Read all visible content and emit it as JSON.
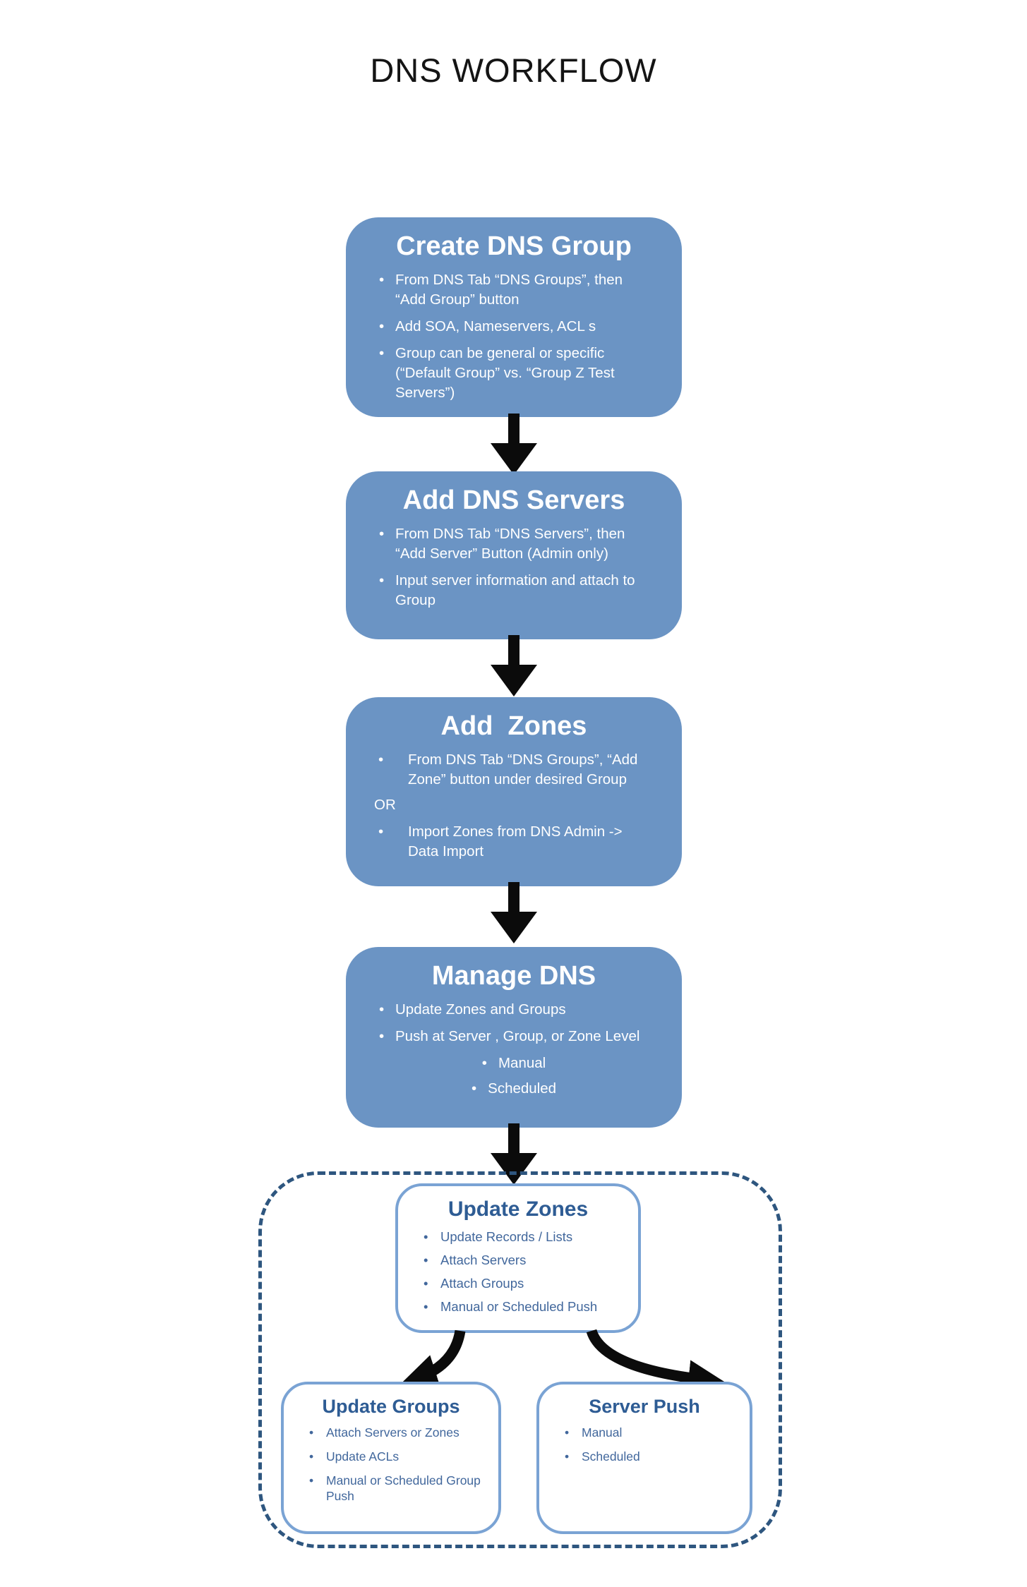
{
  "page": {
    "title": "DNS WORKFLOW"
  },
  "colors": {
    "flow_box_fill": "#6b94c4",
    "flow_box_text": "#ffffff",
    "detail_heading": "#2e5c94",
    "detail_text": "#41679c",
    "detail_border": "#7aa3d4",
    "dashed_border": "#2e567f",
    "arrow": "#0b0b0b"
  },
  "flow": [
    {
      "title": "Create DNS Group",
      "bullets": [
        "From DNS Tab “DNS Groups”, then “Add Group” button",
        "Add SOA, Nameservers, ACL s",
        "Group can be general or specific (“Default Group” vs. “Group Z Test Servers”)"
      ]
    },
    {
      "title": "Add DNS Servers",
      "bullets": [
        "From DNS Tab “DNS Servers”, then “Add Server” Button (Admin only)",
        "Input server information and attach to Group"
      ]
    },
    {
      "title": "Add  Zones",
      "bullets_a": [
        "From DNS Tab “DNS Groups”, “Add Zone” button under desired Group"
      ],
      "or_label": "OR",
      "bullets_b": [
        "Import Zones from DNS Admin -> Data Import"
      ]
    },
    {
      "title": "Manage DNS",
      "bullets": [
        "Update Zones and Groups",
        "Push at Server , Group, or Zone Level"
      ],
      "sub_bullets": [
        "Manual",
        "Scheduled"
      ]
    }
  ],
  "detail": {
    "update_zones": {
      "title": "Update Zones",
      "bullets": [
        "Update Records / Lists",
        "Attach Servers",
        "Attach Groups",
        "Manual or Scheduled Push"
      ]
    },
    "update_groups": {
      "title": "Update Groups",
      "bullets": [
        "Attach Servers or Zones",
        "Update ACLs",
        "Manual or Scheduled Group Push"
      ]
    },
    "server_push": {
      "title": "Server Push",
      "bullets": [
        "Manual",
        "Scheduled"
      ]
    }
  }
}
